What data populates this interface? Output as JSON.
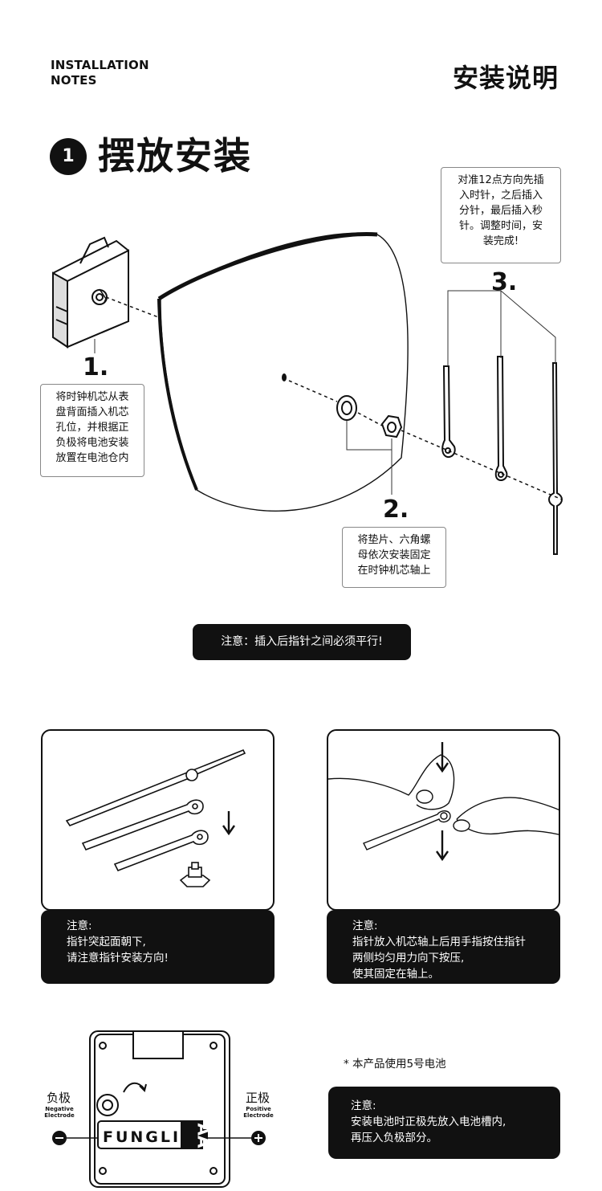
{
  "header": {
    "title_en_line1": "INSTALLATION",
    "title_en_line2": "NOTES",
    "title_zh": "安装说明"
  },
  "step": {
    "number": "1",
    "title": "摆放安装"
  },
  "labels": {
    "one": "1.",
    "two": "2.",
    "three": "3."
  },
  "notes": {
    "note1": "将时钟机芯从表盘背面插入机芯孔位，并根据正负极将电池安装放置在电池仓内",
    "note1_lines": [
      "将时钟机芯从表",
      "盘背面插入机芯",
      "孔位，并根据正",
      "负极将电池安装",
      "放置在电池仓内"
    ],
    "note2_lines": [
      "将垫片、六角螺",
      "母依次安装固定",
      "在时钟机芯轴上"
    ],
    "note3_lines": [
      "对准12点方向先插",
      "入时针，之后插入",
      "分针，最后插入秒",
      "针。调整时间，安",
      "装完成!"
    ]
  },
  "warning": "注意：插入后指针之间必须平行!",
  "panel_notes": {
    "left": [
      "注意:",
      "指针突起面朝下,",
      "请注意指针安装方向!"
    ],
    "right": [
      "注意:",
      "指针放入机芯轴上后用手指按住指针",
      "两侧均匀用力向下按压,",
      "使其固定在轴上。"
    ]
  },
  "battery": {
    "note": "* 本产品使用5号电池",
    "negative_zh": "负极",
    "negative_en_1": "Negative",
    "negative_en_2": "Electrode",
    "positive_zh": "正极",
    "positive_en_1": "Positive",
    "positive_en_2": "Electrode",
    "brand": "FUNGLI",
    "type": "AA",
    "tip": [
      "注意:",
      "安装电池时正极先放入电池槽内,",
      "再压入负极部分。"
    ]
  },
  "icons": {
    "minus": "minus-circle-icon",
    "plus": "plus-circle-icon",
    "arrow": "arrow-down-icon"
  }
}
